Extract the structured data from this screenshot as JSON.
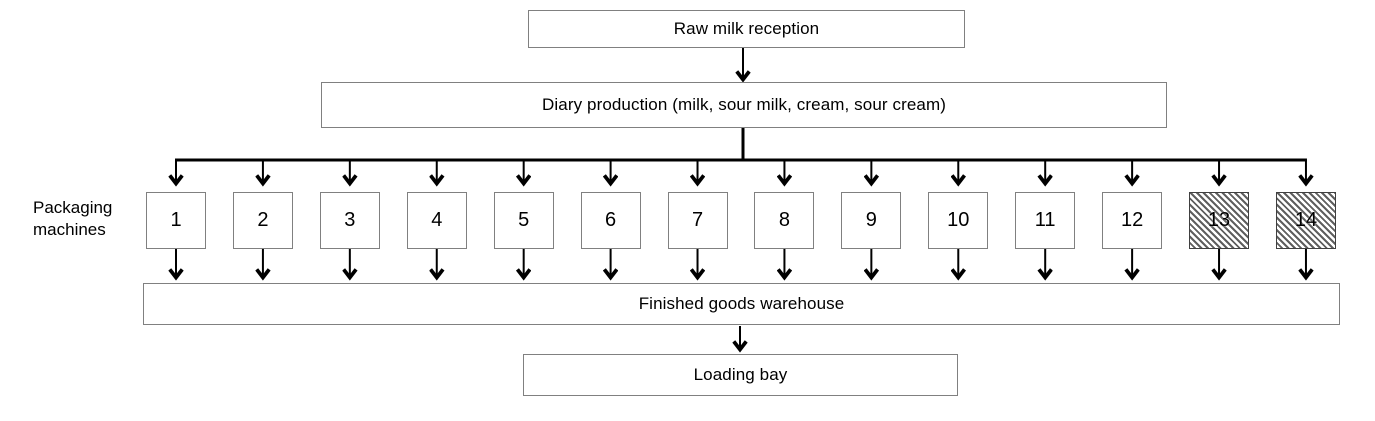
{
  "diagram": {
    "nodes": {
      "raw_milk": {
        "label": "Raw milk reception"
      },
      "production": {
        "label": "Diary production (milk, sour milk, cream, sour cream)"
      },
      "warehouse": {
        "label": "Finished goods warehouse"
      },
      "loading_bay": {
        "label": "Loading bay"
      }
    },
    "side_label": {
      "line1": "Packaging",
      "line2": "machines"
    },
    "machines": {
      "numbers": [
        "1",
        "2",
        "3",
        "4",
        "5",
        "6",
        "7",
        "8",
        "9",
        "10",
        "11",
        "12",
        "13",
        "14"
      ],
      "hatched_numbers": [
        "13",
        "14"
      ]
    },
    "colors": {
      "box_border": "#808080",
      "hatched_box_border": "#404040",
      "hatch_stripe": "#5f5f5f",
      "arrow": "#000000",
      "text": "#000000",
      "background": "#ffffff"
    }
  }
}
